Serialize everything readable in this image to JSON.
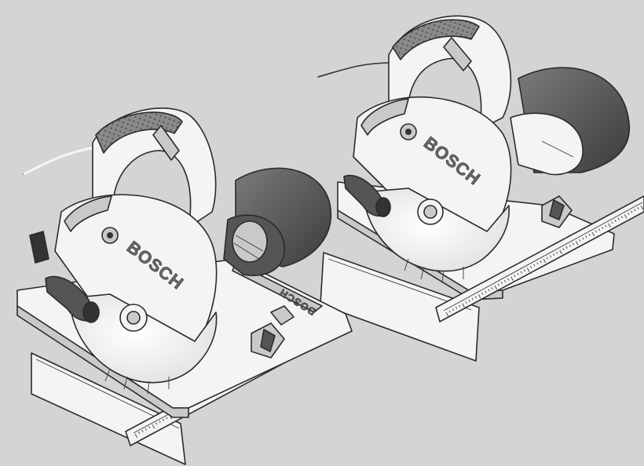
{
  "illustration": {
    "background_color": "#d4d4d4",
    "brand_text": "BOSCH"
  },
  "saws": [
    {
      "brand_on_guard": "BOSCH",
      "brand_on_base": "BOSCH"
    },
    {
      "brand_on_guard": "BOSCH"
    }
  ]
}
